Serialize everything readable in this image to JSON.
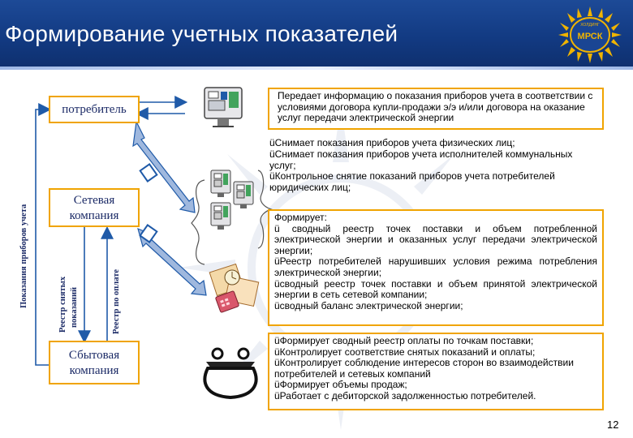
{
  "slide": {
    "title": "Формирование учетных показателей",
    "page_number": "12"
  },
  "logo": {
    "text": "МРСК",
    "subtext": "ХОЛДИНГ"
  },
  "boxes": {
    "consumer": "потребитель",
    "grid_company": [
      "Сетевая",
      "компания"
    ],
    "sales_company": [
      "Сбытовая",
      "компания"
    ]
  },
  "vertical_labels": {
    "meter_readings": "Показания приборов учета",
    "readings_registry": [
      "Реестр снятых",
      "показаний"
    ],
    "payment_registry": "Реестр по оплате"
  },
  "info": {
    "consumer": "Передает информацию о показания приборов учета в соответствии с условиями договора купли-продажи э/э и/или договора на оказание услуг передачи электрической энергии",
    "grid_reading": [
      "üСнимает показания приборов учета физических лиц;",
      "üСнимает показания приборов учета исполнителей коммунальных услуг;",
      "üКонтрольное снятие показаний приборов учета потребителей юридических лиц;"
    ],
    "grid_forms": [
      "Формирует:",
      "ü сводный реестр точек поставки и объем потребленной электрической энергии и оказанных услуг передачи электрической энергии;",
      "üРеестр потребителей нарушивших условия режима потребления электрической энергии;",
      "üсводный реестр точек поставки и объем принятой электрической энергии в сеть сетевой компании;",
      "üсводный баланс электрической энергии;"
    ],
    "sales": [
      "üФормирует сводный реестр оплаты по точкам поставки;",
      "üКонтролирует соответствие снятых показаний и оплаты;",
      "üКонтролирует соблюдение интересов сторон во взаимодействии потребителей и сетевых компаний",
      "üФормирует объемы продаж;",
      "üРаботает с дебиторской задолженностью потребителей."
    ]
  },
  "icons": [
    "meter-icon",
    "meter-icon",
    "meter-icon",
    "meter-icon",
    "calculator-icon",
    "purse-icon",
    "left-bracket-icon"
  ],
  "colors": {
    "header": "#143c86",
    "box_border": "#f0a400",
    "arrow_blue": "#1f5aa8",
    "arrow_light": "#9fb8de",
    "text_blue": "#1b2a66"
  }
}
